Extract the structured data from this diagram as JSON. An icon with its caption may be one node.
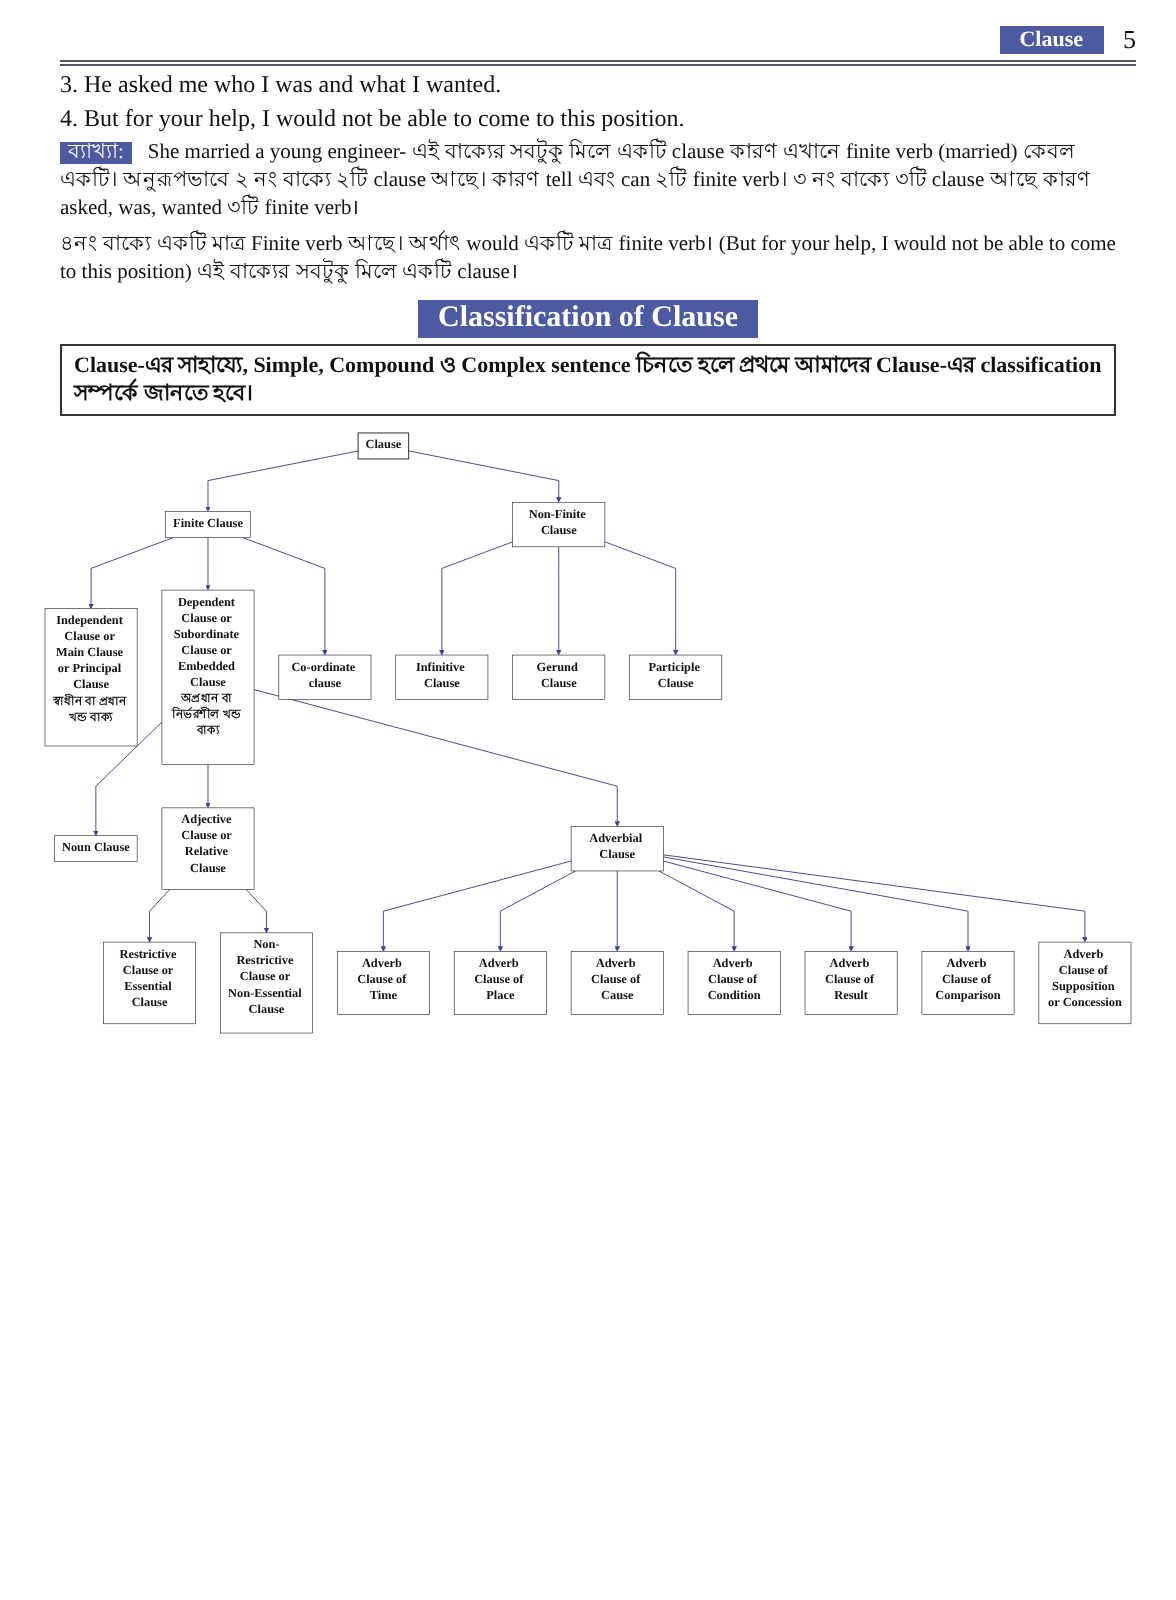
{
  "diagram": {
    "title": "Classification of Clause",
    "nodes": [
      {
        "text": [
          "Clause"
        ]
      },
      {
        "text": [
          "Finite Clause"
        ]
      },
      {
        "text": [
          "Non-Finite Clause"
        ]
      },
      {
        "text": [
          "Independent Clause or Main Clause or Principal Clause",
          "স্বাধীন বা প্রধান খন্ড বাক্য"
        ]
      },
      {
        "text": [
          "Dependent Clause or Subordinate Clause or Embedded Clause",
          "অপ্রধান বা নির্ভরশীল খন্ড বাক্য"
        ]
      },
      {
        "text": [
          "Co-ordinate clause"
        ]
      },
      {
        "text": [
          "Infinitive Clause"
        ]
      },
      {
        "text": [
          "Gerund Clause"
        ]
      },
      {
        "text": [
          "Participle Clause"
        ]
      },
      {
        "text": [
          "Noun Clause"
        ]
      },
      {
        "text": [
          "Adjective Clause or Relative Clause"
        ]
      },
      {
        "text": [
          "Adverbial Clause"
        ]
      },
      {
        "text": [
          "Restrictive Clause or Essential Clause"
        ]
      },
      {
        "text": [
          "Non-Restrictive Clause or Non-Essential Clause"
        ]
      },
      {
        "text": [
          "Adverb Clause of Time"
        ]
      },
      {
        "text": [
          "Adverb Clause of Place"
        ]
      },
      {
        "text": [
          "Adverb Clause of Cause"
        ]
      },
      {
        "text": [
          "Adverb Clause of Condition"
        ]
      },
      {
        "text": [
          "Adverb Clause of Result"
        ]
      },
      {
        "text": [
          "Adverb Clause of Comparison"
        ]
      },
      {
        "text": [
          "Adverb Clause of Supposition or Concession"
        ]
      }
    ],
    "edges": [
      {
        "from": 0,
        "to": 1,
        "arrow": "to"
      },
      {
        "from": 0,
        "to": 2,
        "arrow": "to"
      },
      {
        "from": 1,
        "to": 3,
        "arrow": "to"
      },
      {
        "from": 1,
        "to": 4,
        "arrow": "to"
      },
      {
        "from": 1,
        "to": 5,
        "arrow": "to"
      },
      {
        "from": 2,
        "to": 6,
        "arrow": "to"
      },
      {
        "from": 2,
        "to": 7,
        "arrow": "to"
      },
      {
        "from": 2,
        "to": 8,
        "arrow": "to"
      },
      {
        "from": 4,
        "to": 9,
        "arrow": "to"
      },
      {
        "from": 4,
        "to": 10,
        "arrow": "to"
      },
      {
        "from": 4,
        "to": 11,
        "arrow": "to"
      },
      {
        "from": 10,
        "to": 12,
        "arrow": "to"
      },
      {
        "from": 10,
        "to": 13,
        "arrow": "to"
      },
      {
        "from": 11,
        "to": 14,
        "arrow": "to"
      },
      {
        "from": 11,
        "to": 15,
        "arrow": "to"
      },
      {
        "from": 11,
        "to": 16,
        "arrow": "to"
      },
      {
        "from": 11,
        "to": 17,
        "arrow": "to"
      },
      {
        "from": 11,
        "to": 18,
        "arrow": "to"
      },
      {
        "from": 11,
        "to": 19,
        "arrow": "to"
      },
      {
        "from": 11,
        "to": 20,
        "arrow": "to"
      }
    ],
    "labels": [
      "Clause",
      "5",
      "3. He asked me who I was and what I wanted.",
      "4. But for your help, I would not be able to come to this position.",
      "ব্যাখ্যা:",
      "She married a young engineer- এই বাক্যের সবটুকু মিলে একটি clause কারণ এখানে finite verb (married) কেবল একটি। অনুরূপভাবে ২ নং বাক্যে ২টি clause আছে। কারণ tell এবং can ২টি finite verb। ৩ নং বাক্যে ৩টি clause আছে কারণ asked, was, wanted ৩টি finite verb।",
      "৪নং বাক্যে একটি মাত্র Finite verb আছে। অর্থাৎ would একটি মাত্র finite verb। (But for your help, I would not be able to come to this position) এই বাক্যের সবটুকু মিলে একটি clause।",
      "Clause-এর সাহায্যে, Simple, Compound ও Complex sentence চিনতে হলে প্রথমে আমাদের Clause-এর classification সম্পর্কে জানতে হবে।"
    ]
  }
}
